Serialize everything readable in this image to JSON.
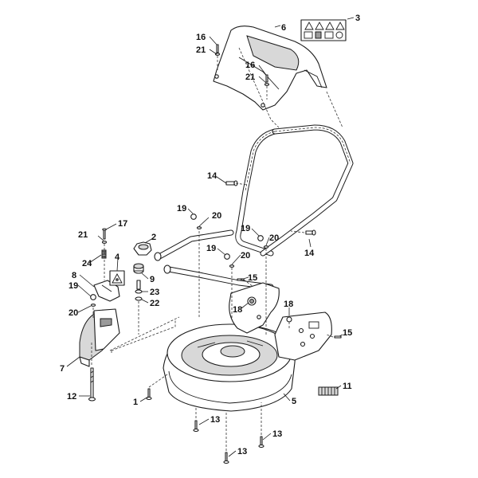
{
  "callouts": {
    "c1": "1",
    "c2": "2",
    "c3": "3",
    "c4": "4",
    "c5": "5",
    "c6": "6",
    "c7": "7",
    "c8": "8",
    "c9": "9",
    "c11": "11",
    "c12": "12",
    "c13a": "13",
    "c13b": "13",
    "c13c": "13",
    "c14a": "14",
    "c14b": "14",
    "c15a": "15",
    "c15b": "15",
    "c16a": "16",
    "c16b": "16",
    "c17": "17",
    "c18a": "18",
    "c18b": "18",
    "c19a": "19",
    "c19b": "19",
    "c19c": "19",
    "c19d": "19",
    "c20a": "20",
    "c20b": "20",
    "c20c": "20",
    "c20d": "20",
    "c21a": "21",
    "c21b": "21",
    "c21c": "21",
    "c22": "22",
    "c23": "23",
    "c24": "24"
  }
}
